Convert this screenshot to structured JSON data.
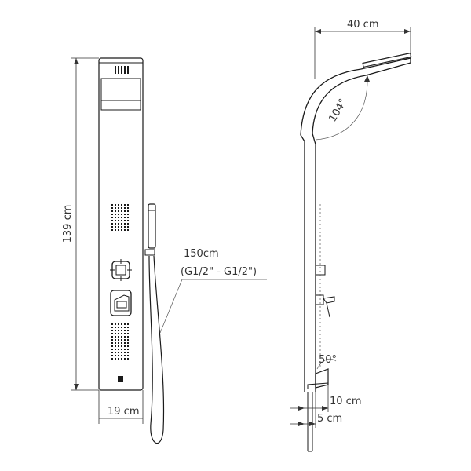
{
  "front_view": {
    "height_label": "139 cm",
    "width_label": "19 cm",
    "hose_length_label": "150cm",
    "hose_thread_label": "(G1/2\" - G1/2\")"
  },
  "side_view": {
    "arm_length_label": "40 cm",
    "arm_angle_label": "104°",
    "spout_angle_label": "50°",
    "spout_reach_label": "10 cm",
    "base_depth_label": "5 cm"
  },
  "colors": {
    "line": "#1a1a1a",
    "text": "#333333"
  }
}
